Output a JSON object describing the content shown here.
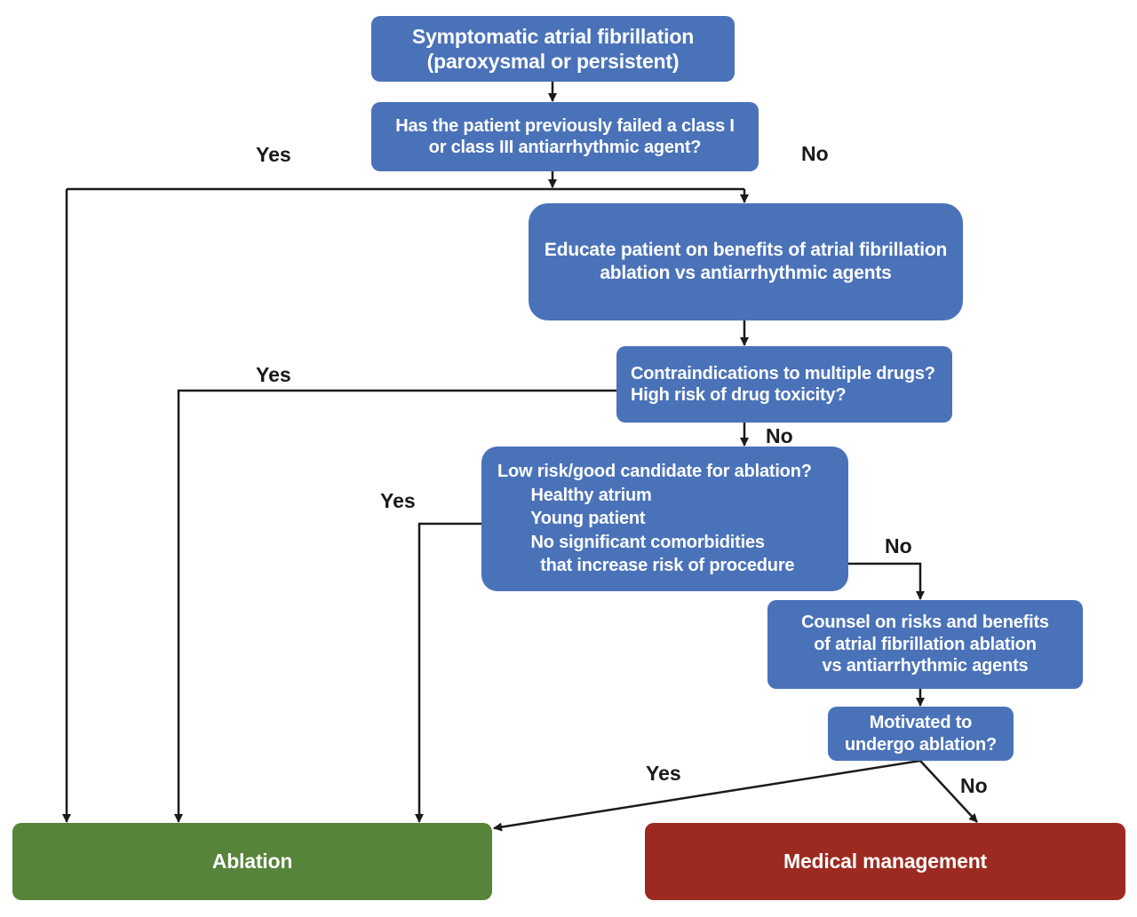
{
  "nodes": {
    "start": "Symptomatic atrial fibrillation\n(paroxysmal or persistent)",
    "q1": "Has the patient previously failed a class I\nor class III antiarrhythmic agent?",
    "educate": "Educate patient on benefits of atrial fibrillation\nablation vs antiarrhythmic agents",
    "q2": "Contraindications to multiple drugs?\nHigh risk of drug toxicity?",
    "q3": "Low risk/good candidate for ablation?\n       Healthy atrium\n       Young patient\n       No significant comorbidities\n         that increase risk of procedure",
    "counsel": "Counsel on risks and benefits\nof atrial fibrillation ablation\nvs antiarrhythmic agents",
    "q4": "Motivated to\nundergo ablation?",
    "ablation": "Ablation",
    "medical": "Medical management"
  },
  "edge_labels": {
    "q1_yes": "Yes",
    "q1_no": "No",
    "q2_yes": "Yes",
    "q2_no": "No",
    "q3_yes": "Yes",
    "q3_no": "No",
    "q4_yes": "Yes",
    "q4_no": "No"
  },
  "colors": {
    "decision_box": "#4a72b9",
    "ablation_box": "#56843a",
    "medical_box": "#9c2a21",
    "connector": "#1a1a1a",
    "box_text": "#ffffff"
  }
}
